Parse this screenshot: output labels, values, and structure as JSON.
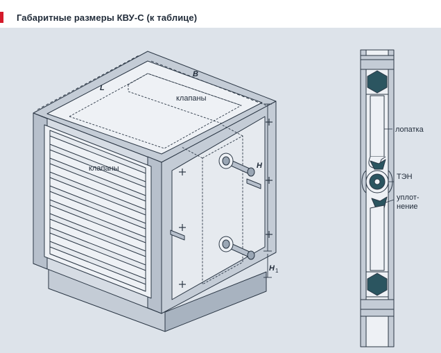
{
  "title": "Габаритные размеры КВУ-С (к таблице)",
  "colors": {
    "background": "#dde3ea",
    "accent": "#d41a2a",
    "panel_light": "#eef1f5",
    "panel_mid": "#c4ccd6",
    "panel_dark": "#9aa6b4",
    "stroke": "#2a3644",
    "hex_fill": "#2b5560"
  },
  "unit_labels": {
    "louvers_front": "клапаны",
    "louvers_top": "клапаны",
    "dim_L": "L",
    "dim_B": "B",
    "dim_H": "H",
    "dim_H1_main": "H",
    "dim_H1_sub": "1"
  },
  "detail_labels": {
    "blade": "лопатка",
    "heater": "ТЭН",
    "seal_line1": "уплот-",
    "seal_line2": "нение"
  }
}
